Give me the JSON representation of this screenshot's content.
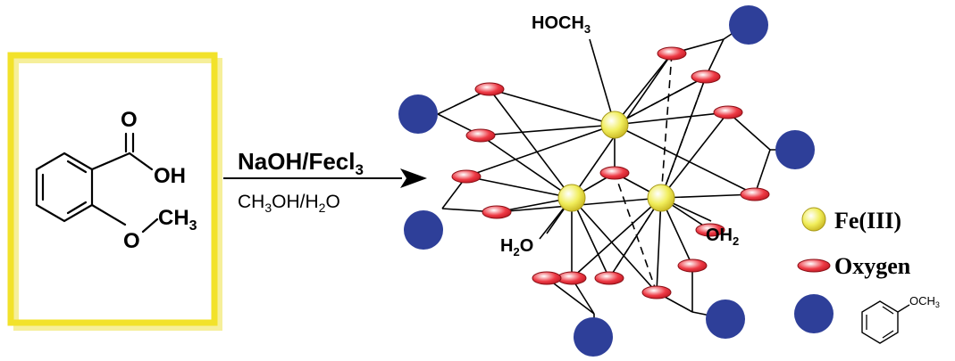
{
  "reactant": {
    "frame_color": "#f2e22a",
    "shadow_color": "#f6ef9a",
    "atom_o_top": "O",
    "group_oh": "OH",
    "atom_o_ether": "O",
    "group_ch3": "CH",
    "group_ch3_sub": "3"
  },
  "reaction": {
    "reagent_top": "NaOH/Fecl",
    "reagent_top_sub": "3",
    "solvent_a": "CH",
    "solvent_a_sub": "3",
    "solvent_b": "OH/H",
    "solvent_b_sub": "2",
    "solvent_c": "O"
  },
  "cluster": {
    "ligand_top": "HOCH",
    "ligand_top_sub": "3",
    "water_left": "H",
    "water_left_sub": "2",
    "water_left_tail": "O",
    "water_right": "OH",
    "water_right_sub": "2",
    "fe_color": "#f1ee5c",
    "oxygen_color": "#ee3a45",
    "aryl_color": "#2e3f99"
  },
  "legend": {
    "fe_label": "Fe(III)",
    "oxygen_label": "Oxygen",
    "aryl_label": "OCH",
    "aryl_label_sub": "3"
  }
}
